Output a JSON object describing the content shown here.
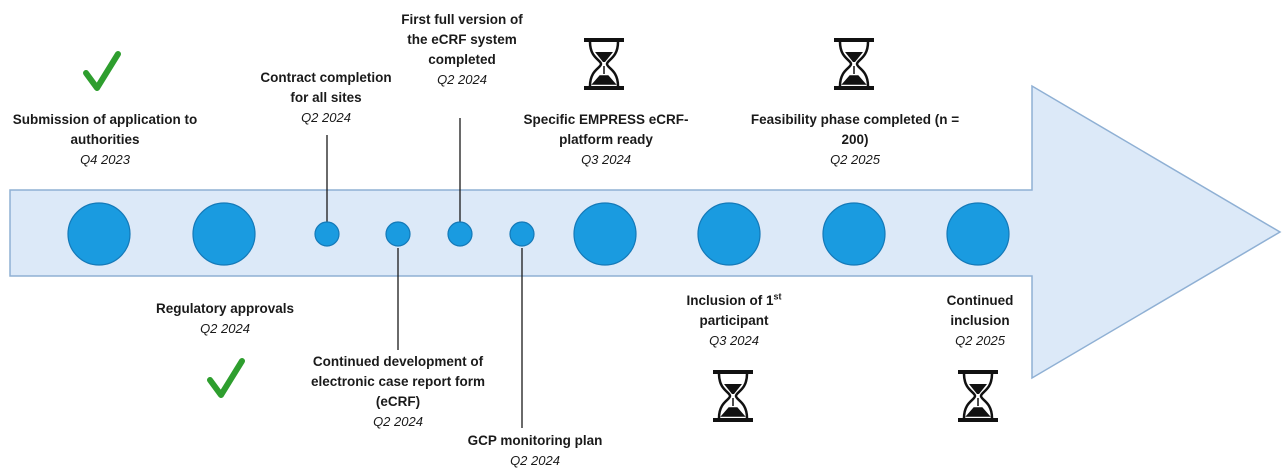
{
  "milestones": [
    {
      "id": "m1",
      "title": "Submission of application to authorities",
      "date": "Q4 2023",
      "status": "check-icon"
    },
    {
      "id": "m2",
      "title": "Regulatory approvals",
      "date": "Q2 2024",
      "status": "check-icon"
    },
    {
      "id": "m3",
      "title": "Contract completion for all sites",
      "date": "Q2 2024"
    },
    {
      "id": "m4",
      "title": "Continued development of electronic case report form (eCRF)",
      "date": "Q2 2024"
    },
    {
      "id": "m5",
      "title": "First full version of the eCRF system completed",
      "date": "Q2 2024"
    },
    {
      "id": "m6",
      "title": "GCP monitoring plan",
      "date": "Q2 2024"
    },
    {
      "id": "m7",
      "title": "Specific EMPRESS eCRF-platform ready",
      "date": "Q3 2024",
      "status": "hourglass-icon"
    },
    {
      "id": "m8",
      "title_main": "Inclusion of 1",
      "title_sup": "st",
      "title_rest": "participant",
      "date": "Q3 2024",
      "status": "hourglass-icon"
    },
    {
      "id": "m9",
      "title": "Feasibility phase completed (n = 200)",
      "date": "Q2 2025",
      "status": "hourglass-icon"
    },
    {
      "id": "m10",
      "title": "Continued inclusion",
      "date": "Q2 2025",
      "status": "hourglass-icon"
    }
  ],
  "colors": {
    "arrow_fill": "#dce9f8",
    "arrow_stroke": "#8fb0d4",
    "node_fill": "#1a9be0",
    "node_stroke": "#1479b8",
    "check": "#2e9e2e",
    "line": "#1a1a1a"
  }
}
